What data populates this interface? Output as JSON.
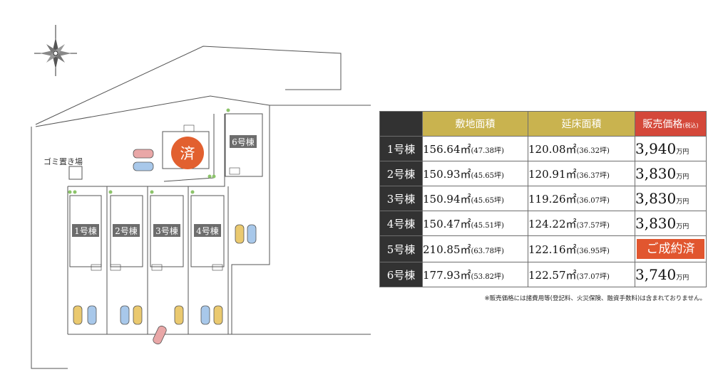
{
  "map": {
    "sold_mark": "済",
    "garbage_label": "ゴミ置き場",
    "buildings": [
      {
        "label": "1号棟"
      },
      {
        "label": "2号棟"
      },
      {
        "label": "3号棟"
      },
      {
        "label": "4号棟"
      },
      {
        "label": "6号棟"
      }
    ],
    "colors": {
      "sold": "#e2602f",
      "label_bg": "#6d6d6d",
      "line": "#555555"
    },
    "icons": [
      "compass-icon",
      "car-icon",
      "tree-icon"
    ]
  },
  "table": {
    "headers": {
      "site_area": "敷地面積",
      "floor_area": "延床面積",
      "price": "販売価格",
      "price_note": "(税込)"
    },
    "rows": [
      {
        "name": "1号棟",
        "site": "156.64㎡",
        "site_tsubo": "(47.38坪)",
        "floor": "120.08㎡",
        "floor_tsubo": "(36.32坪)",
        "price": "3,940",
        "unit": "万円"
      },
      {
        "name": "2号棟",
        "site": "150.93㎡",
        "site_tsubo": "(45.65坪)",
        "floor": "120.91㎡",
        "floor_tsubo": "(36.37坪)",
        "price": "3,830",
        "unit": "万円"
      },
      {
        "name": "3号棟",
        "site": "150.94㎡",
        "site_tsubo": "(45.65坪)",
        "floor": "119.26㎡",
        "floor_tsubo": "(36.07坪)",
        "price": "3,830",
        "unit": "万円"
      },
      {
        "name": "4号棟",
        "site": "150.47㎡",
        "site_tsubo": "(45.51坪)",
        "floor": "124.22㎡",
        "floor_tsubo": "(37.57坪)",
        "price": "3,830",
        "unit": "万円"
      },
      {
        "name": "5号棟",
        "site": "210.85㎡",
        "site_tsubo": "(63.78坪)",
        "floor": "122.16㎡",
        "floor_tsubo": "(36.95坪)",
        "sold_label": "ご成約済"
      },
      {
        "name": "6号棟",
        "site": "177.93㎡",
        "site_tsubo": "(53.82坪)",
        "floor": "122.57㎡",
        "floor_tsubo": "(37.07坪)",
        "price": "3,740",
        "unit": "万円"
      }
    ],
    "note": "※販売価格には諸費用等(登記料、火災保険、融資手数料)は含まれておりません。",
    "colors": {
      "dark": "#323232",
      "gold": "#c9b34f",
      "red": "#d4483a",
      "sold": "#e1562f"
    }
  }
}
